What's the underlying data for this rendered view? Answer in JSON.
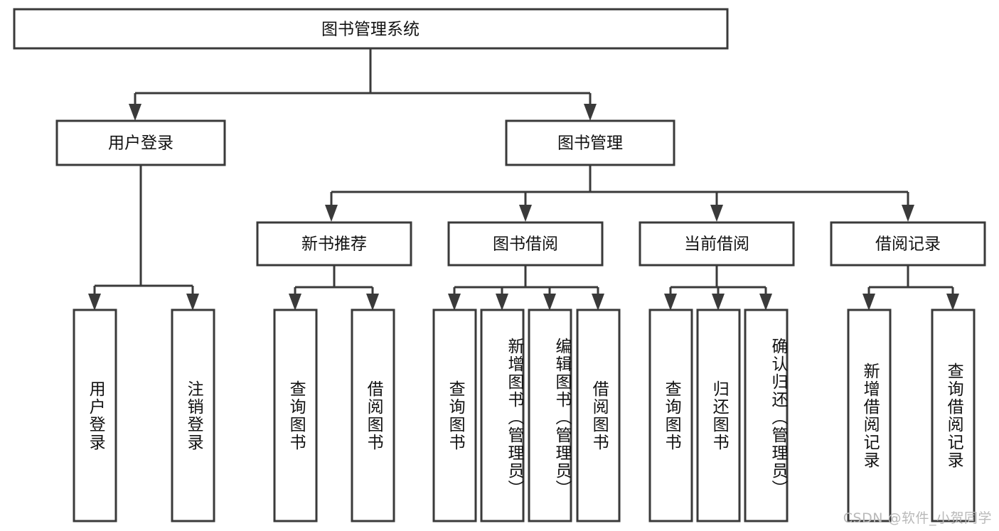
{
  "diagram": {
    "title": "图书管理系统",
    "type": "tree-hierarchy",
    "orientation": "top-down",
    "watermark": "CSDN @软件_小贺同学",
    "colors": {
      "box_stroke": "#3a3a3a",
      "box_fill": "#ffffff",
      "connector": "#3a3a3a",
      "text": "#111111",
      "watermark": "#b9b9b9",
      "background": "#ffffff"
    },
    "levels": {
      "root": "图书管理系统",
      "level2": [
        "用户登录",
        "图书管理"
      ],
      "level3": [
        "新书推荐",
        "图书借阅",
        "当前借阅",
        "借阅记录"
      ]
    },
    "nodes": {
      "root": {
        "label": "图书管理系统",
        "orientation": "horizontal"
      },
      "user_login": {
        "label": "用户登录",
        "orientation": "horizontal"
      },
      "book_manage": {
        "label": "图书管理",
        "orientation": "horizontal"
      },
      "new_book_rec": {
        "label": "新书推荐",
        "orientation": "horizontal"
      },
      "book_borrow": {
        "label": "图书借阅",
        "orientation": "horizontal"
      },
      "current_borrow": {
        "label": "当前借阅",
        "orientation": "horizontal"
      },
      "borrow_record": {
        "label": "借阅记录",
        "orientation": "horizontal"
      },
      "leaf_user_login": {
        "label": "用户登录",
        "orientation": "vertical"
      },
      "leaf_logout": {
        "label": "注销登录",
        "orientation": "vertical"
      },
      "leaf_query_book_1": {
        "label": "查询图书",
        "orientation": "vertical"
      },
      "leaf_borrow_book_1": {
        "label": "借阅图书",
        "orientation": "vertical"
      },
      "leaf_query_book_2": {
        "label": "查询图书",
        "orientation": "vertical"
      },
      "leaf_add_book": {
        "label": "新增图书（管理员）",
        "orientation": "vertical"
      },
      "leaf_edit_book": {
        "label": "编辑图书（管理员）",
        "orientation": "vertical"
      },
      "leaf_borrow_book_2": {
        "label": "借阅图书",
        "orientation": "vertical"
      },
      "leaf_query_book_3": {
        "label": "查询图书",
        "orientation": "vertical"
      },
      "leaf_return_book": {
        "label": "归还图书",
        "orientation": "vertical"
      },
      "leaf_confirm_return": {
        "label": "确认归还（管理员）",
        "orientation": "vertical"
      },
      "leaf_add_record": {
        "label": "新增借阅记录",
        "orientation": "vertical"
      },
      "leaf_query_record": {
        "label": "查询借阅记录",
        "orientation": "vertical"
      }
    },
    "edges": [
      {
        "from": "root",
        "to": "user_login"
      },
      {
        "from": "root",
        "to": "book_manage"
      },
      {
        "from": "user_login",
        "to": "leaf_user_login"
      },
      {
        "from": "user_login",
        "to": "leaf_logout"
      },
      {
        "from": "book_manage",
        "to": "new_book_rec"
      },
      {
        "from": "book_manage",
        "to": "book_borrow"
      },
      {
        "from": "book_manage",
        "to": "current_borrow"
      },
      {
        "from": "book_manage",
        "to": "borrow_record"
      },
      {
        "from": "new_book_rec",
        "to": "leaf_query_book_1"
      },
      {
        "from": "new_book_rec",
        "to": "leaf_borrow_book_1"
      },
      {
        "from": "book_borrow",
        "to": "leaf_query_book_2"
      },
      {
        "from": "book_borrow",
        "to": "leaf_add_book"
      },
      {
        "from": "book_borrow",
        "to": "leaf_edit_book"
      },
      {
        "from": "book_borrow",
        "to": "leaf_borrow_book_2"
      },
      {
        "from": "current_borrow",
        "to": "leaf_query_book_3"
      },
      {
        "from": "current_borrow",
        "to": "leaf_return_book"
      },
      {
        "from": "current_borrow",
        "to": "leaf_confirm_return"
      },
      {
        "from": "borrow_record",
        "to": "leaf_add_record"
      },
      {
        "from": "borrow_record",
        "to": "leaf_query_record"
      }
    ]
  }
}
